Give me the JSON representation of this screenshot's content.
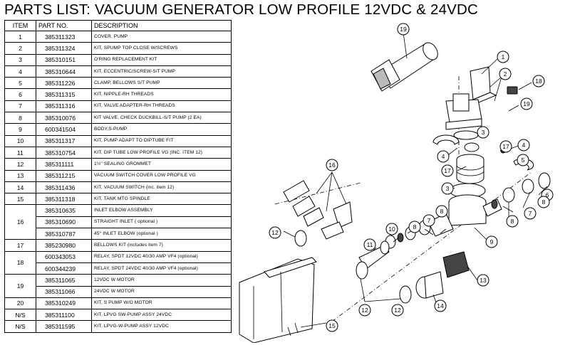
{
  "title": "PARTS LIST:  VACUUM GENERATOR LOW PROFILE  12VDC & 24VDC",
  "columns": {
    "item": "ITEM",
    "part": "PART NO.",
    "desc": "DESCRIPTION"
  },
  "rows": [
    {
      "item": "1",
      "part": "385311323",
      "desc": "COVER, PUMP"
    },
    {
      "item": "2",
      "part": "385311324",
      "desc": "KIT, SPUMP TOP CLOSE W/SCREWS"
    },
    {
      "item": "3",
      "part": "385310151",
      "desc": "O'RING REPLACEMENT KIT"
    },
    {
      "item": "4",
      "part": "385310644",
      "desc": "KIT, ECCENTRIC/SCREW-S/T PUMP"
    },
    {
      "item": "5",
      "part": "385311226",
      "desc": "CLAMP, BELLOWS S/T PUMP"
    },
    {
      "item": "6",
      "part": "385311315",
      "desc": "KIT, NIPPLE-RH THREADS"
    },
    {
      "item": "7",
      "part": "385311316",
      "desc": "KIT, VALVE ADAPTER-RH THREADS"
    },
    {
      "item": "8",
      "part": "385310076",
      "desc": "KIT VALVE, CHECK DUCKBILL-S/T PUMP (2 EA)"
    },
    {
      "item": "9",
      "part": "600341504",
      "desc": "BODY,S-PUMP"
    },
    {
      "item": "10",
      "part": "385311317",
      "desc": "KIT, PUMP ADAPT TO DIPTUBE FIT"
    },
    {
      "item": "11",
      "part": "385310754",
      "desc": "KIT, DIP TUBE LOW PROFILE VG (INC. ITEM 12)"
    },
    {
      "item": "12",
      "part": "385311111",
      "desc": "1½\" SEALING GROMMET"
    },
    {
      "item": "13",
      "part": "385311215",
      "desc": "VACUUM SWITCH COVER LOW PROFILE VG"
    },
    {
      "item": "14",
      "part": "385311436",
      "desc": "KIT, VACUUM SWITCH  (inc. item 12)"
    },
    {
      "item": "15",
      "part": "385311318",
      "desc": "KIT, TANK MTG SPINDLE"
    },
    {
      "item": "16",
      "part": "385310635",
      "desc": "INLET ELBOW ASSEMBLY"
    },
    {
      "item": "",
      "part": "385310690",
      "desc": "STRAIGHT INLET ( optional )"
    },
    {
      "item": "",
      "part": "385310787",
      "desc": "45° INLET ELBOW (optional )"
    },
    {
      "item": "17",
      "part": "385230980",
      "desc": "BELLOWS KIT (includes item 7)"
    },
    {
      "item": "18",
      "part": "600343053",
      "desc": "RELAY, SPDT 12VDC 40/30 AMP VF4 (optional)"
    },
    {
      "item": "",
      "part": "600344239",
      "desc": "RELAY, SPDT 24VDC 40/30 AMP VF4 (optional)"
    },
    {
      "item": "19",
      "part": "385311065",
      "desc": "12VDC  W  MOTOR"
    },
    {
      "item": "",
      "part": "385311066",
      "desc": "24VDC W  MOTOR"
    },
    {
      "item": "20",
      "part": "385310249",
      "desc": "KIT, S PUMP W/O MOTOR"
    },
    {
      "item": "N/S",
      "part": "385311100",
      "desc": "KIT, LPVG SW-PUMP ASSY 24VDC"
    },
    {
      "item": "N/S",
      "part": "385311595",
      "desc": "KIT, LPVG-W-PUMP ASSY 12VDC"
    }
  ],
  "callouts": [
    "19",
    "1",
    "2",
    "18",
    "19",
    "3",
    "4",
    "17",
    "4",
    "5",
    "17",
    "3",
    "6",
    "7",
    "8",
    "8",
    "9",
    "8",
    "7",
    "8",
    "10",
    "11",
    "12",
    "16",
    "12",
    "12",
    "14",
    "13",
    "15"
  ]
}
